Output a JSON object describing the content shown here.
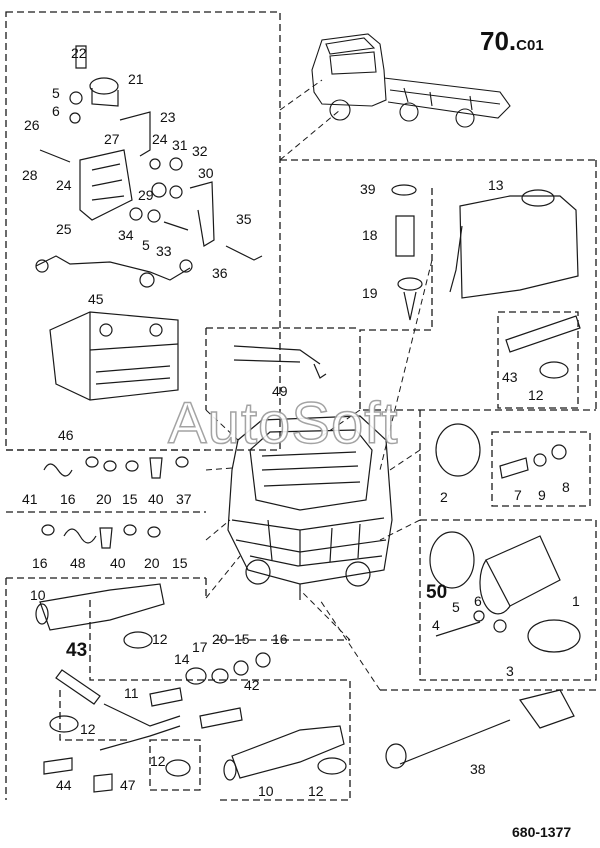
{
  "page": {
    "title": "70.",
    "title_suffix": "C01",
    "footer_code": "680-1377",
    "watermark": "AutoSoft"
  },
  "callouts": {
    "n22": "22",
    "n21": "21",
    "n5a": "5",
    "n6a": "6",
    "n23": "23",
    "n26": "26",
    "n27": "27",
    "n24a": "24",
    "n31": "31",
    "n32": "32",
    "n28": "28",
    "n24b": "24",
    "n29": "29",
    "n30": "30",
    "n25": "25",
    "n34": "34",
    "n5b": "5",
    "n33": "33",
    "n35": "35",
    "n36": "36",
    "n45": "45",
    "n46": "46",
    "n39": "39",
    "n18": "18",
    "n19": "19",
    "n13": "13",
    "n43a": "43",
    "n12a": "12",
    "n49": "49",
    "n41": "41",
    "n16a": "16",
    "n20a": "20",
    "n15a": "15",
    "n40a": "40",
    "n37": "37",
    "n16b": "16",
    "n48": "48",
    "n40b": "40",
    "n20b": "20",
    "n15b": "15",
    "n2": "2",
    "n7": "7",
    "n9": "9",
    "n8": "8",
    "n50": "50",
    "n5c": "5",
    "n6c": "6",
    "n1": "1",
    "n4": "4",
    "n3": "3",
    "n10a": "10",
    "n12b": "12",
    "n43b": "43",
    "n14": "14",
    "n17": "17",
    "n20c": "20",
    "n15c": "15",
    "n16c": "16",
    "n42": "42",
    "n11": "11",
    "n12c": "12",
    "n12d": "12",
    "n44": "44",
    "n47": "47",
    "n10b": "10",
    "n12e": "12",
    "n38": "38"
  }
}
